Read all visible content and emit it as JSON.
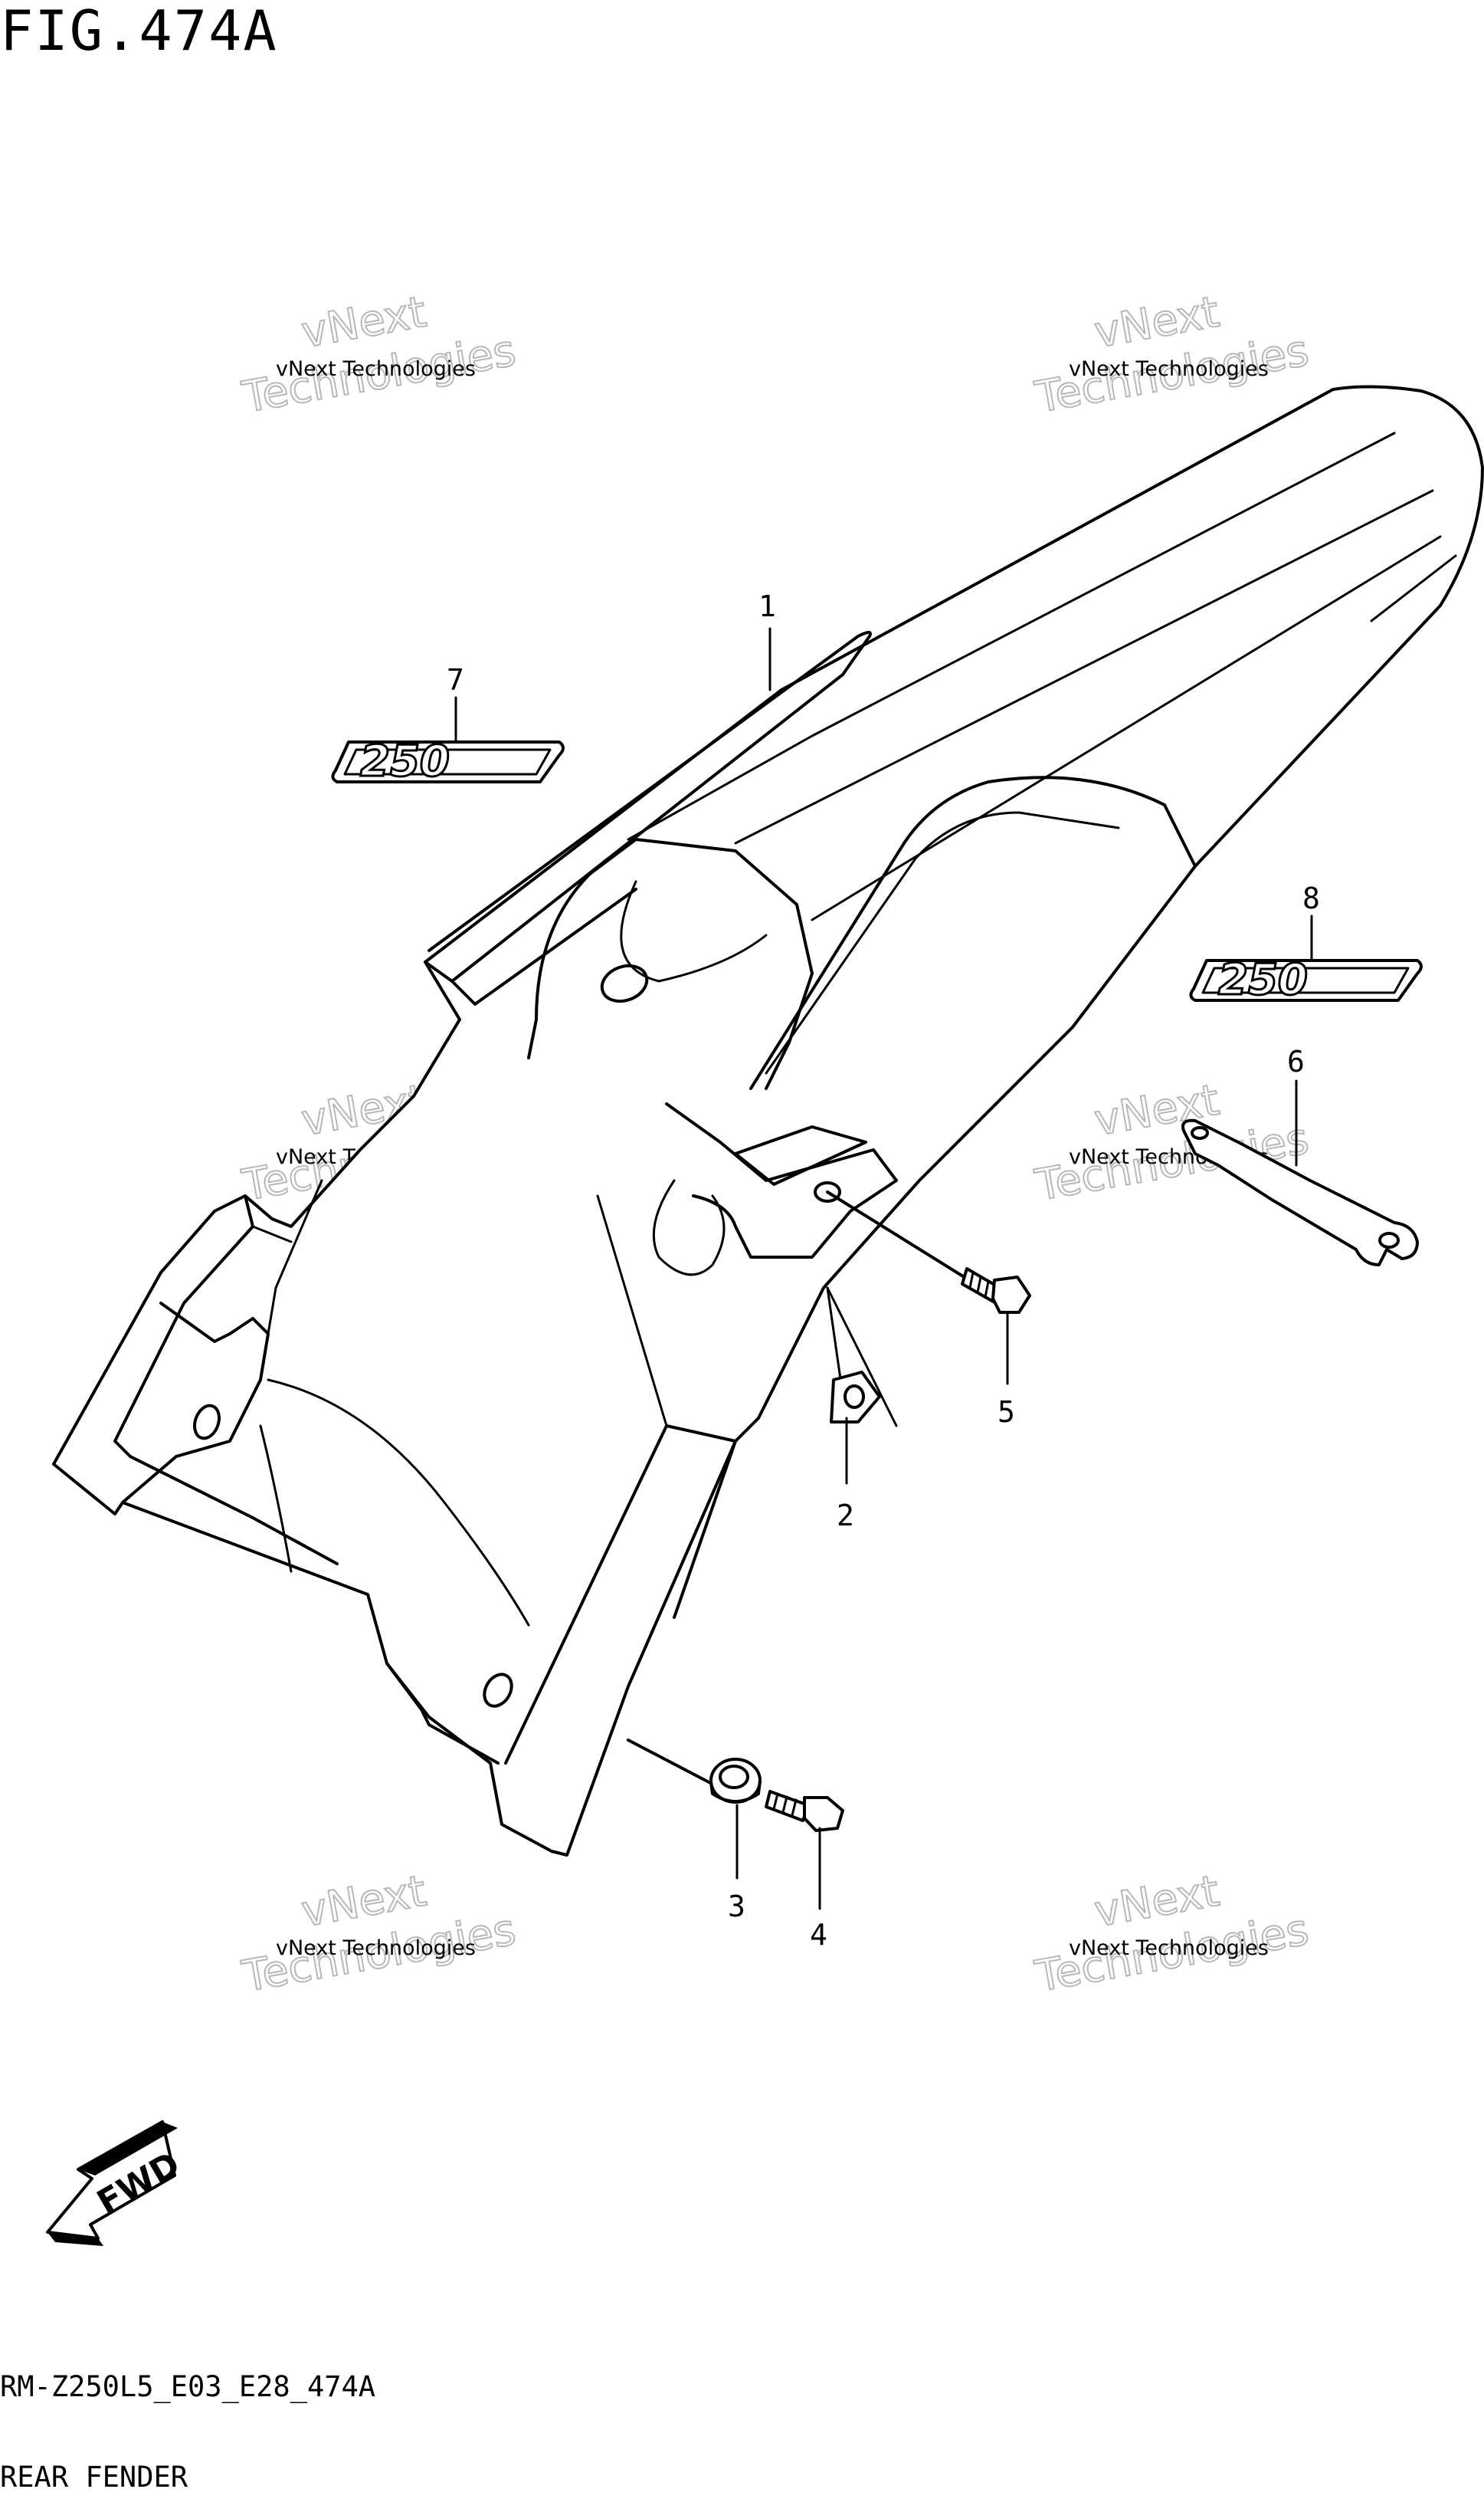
{
  "figure": {
    "title": "FIG.474A",
    "code": "RM-Z250L5_E03_E28_474A",
    "name": "REAR FENDER"
  },
  "callouts": [
    "1",
    "2",
    "3",
    "4",
    "5",
    "6",
    "7",
    "8"
  ],
  "emblem_text": "250",
  "direction_label": "FWD",
  "watermark": {
    "small": "vNext Technologies",
    "big_line1": "vNext",
    "big_line2": "Technologies"
  },
  "icons": [
    "fwd-arrow-icon",
    "bolt-icon",
    "washer-icon",
    "nut-icon",
    "clamp-icon",
    "emblem-icon"
  ],
  "colors": {
    "line": "#000000",
    "background": "#ffffff",
    "watermark": "#b8b8b8"
  }
}
